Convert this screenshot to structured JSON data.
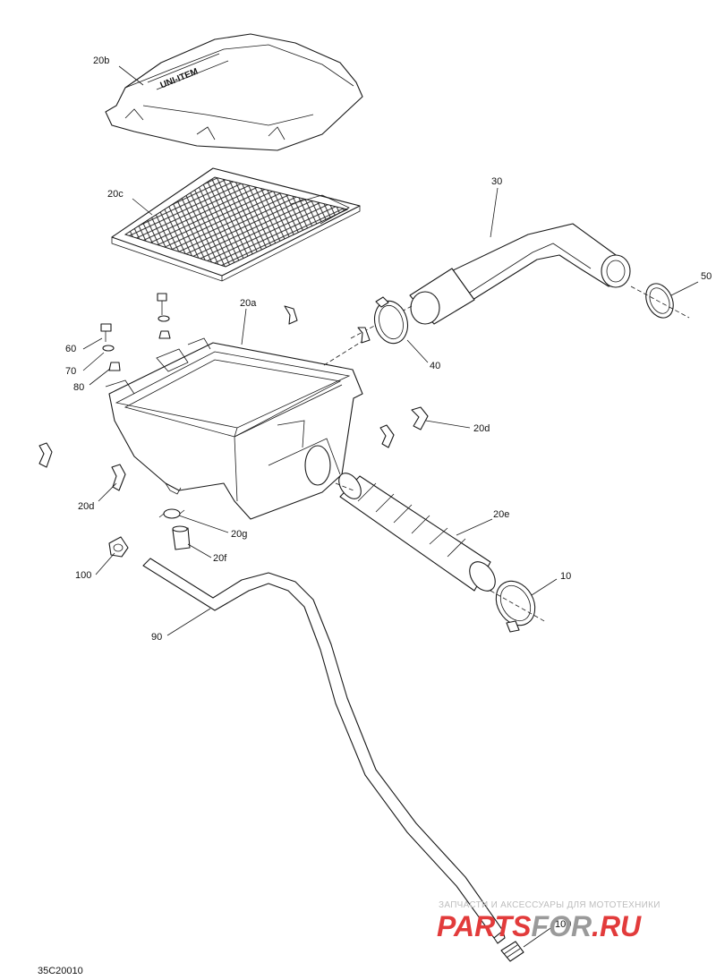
{
  "diagram_code": "35C20010",
  "labels": {
    "l20b": "20b",
    "l20c": "20c",
    "l30": "30",
    "l50": "50",
    "l20a": "20a",
    "l40": "40",
    "l60": "60",
    "l70": "70",
    "l80": "80",
    "l20d_right": "20d",
    "l20d_left": "20d",
    "l20e": "20e",
    "l20g": "20g",
    "l20f": "20f",
    "l100_top": "100",
    "l10": "10",
    "l90": "90",
    "l100_bottom": "100"
  },
  "watermark": {
    "tagline": "ЗАПЧАСТИ И АКСЕССУАРЫ ДЛЯ МОТОТЕХНИКИ",
    "brand_red": "PARTS",
    "brand_gray": "FOR",
    "brand_domain": ".RU",
    "red_color": "#e23b3b",
    "gray_color": "#9a9a9a"
  }
}
